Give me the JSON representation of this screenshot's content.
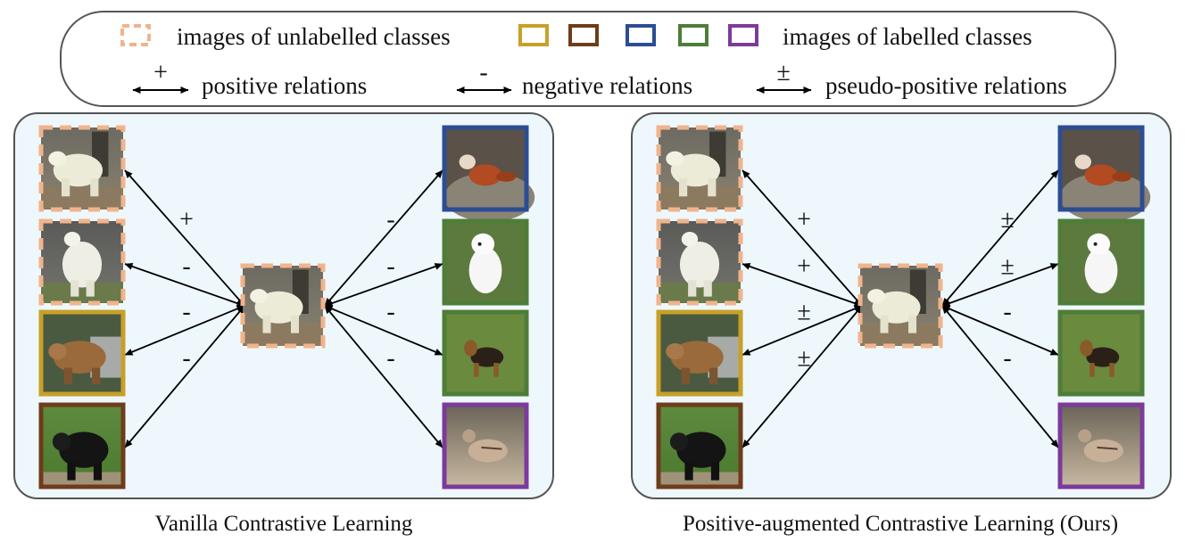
{
  "legend": {
    "unlabelled_label": "images of unlabelled classes",
    "labelled_label": "images of labelled classes",
    "relations": [
      {
        "symbol": "+",
        "label": "positive relations"
      },
      {
        "symbol": "-",
        "label": "negative relations"
      },
      {
        "symbol": "±",
        "label": "pseudo-positive relations"
      }
    ]
  },
  "colors": {
    "unlabelled": "#f0b48c",
    "gold": "#c8a028",
    "brown": "#6e3c1a",
    "blue": "#2c4d94",
    "green": "#4e7d38",
    "purple": "#7c3a9c",
    "panel_bg": "#eef7fc"
  },
  "panels": [
    {
      "caption": "Vanilla Contrastive Learning",
      "left": [
        {
          "image": "polar-bear-on-rock",
          "border": "unlabelled",
          "sign": "+"
        },
        {
          "image": "polar-bear-standing",
          "border": "unlabelled",
          "sign": "-"
        },
        {
          "image": "brown-bear",
          "border": "gold",
          "sign": "-"
        },
        {
          "image": "black-bear",
          "border": "brown",
          "sign": "-"
        }
      ],
      "center": {
        "image": "polar-bear-anchor",
        "border": "unlabelled"
      },
      "right": [
        {
          "image": "red-panda",
          "border": "blue",
          "sign": "-"
        },
        {
          "image": "white-dog",
          "border": "green",
          "sign": "-"
        },
        {
          "image": "yorkshire-terrier",
          "border": "green",
          "sign": "-"
        },
        {
          "image": "partridge-bird",
          "border": "purple",
          "sign": "-"
        }
      ]
    },
    {
      "caption": "Positive-augmented Contrastive Learning (Ours)",
      "left": [
        {
          "image": "polar-bear-on-rock",
          "border": "unlabelled",
          "sign": "+"
        },
        {
          "image": "polar-bear-standing",
          "border": "unlabelled",
          "sign": "+"
        },
        {
          "image": "brown-bear",
          "border": "gold",
          "sign": "±"
        },
        {
          "image": "black-bear",
          "border": "brown",
          "sign": "±"
        }
      ],
      "center": {
        "image": "polar-bear-anchor",
        "border": "unlabelled"
      },
      "right": [
        {
          "image": "red-panda",
          "border": "blue",
          "sign": "±"
        },
        {
          "image": "white-dog",
          "border": "green",
          "sign": "±"
        },
        {
          "image": "yorkshire-terrier",
          "border": "green",
          "sign": "-"
        },
        {
          "image": "partridge-bird",
          "border": "purple",
          "sign": "-"
        }
      ]
    }
  ]
}
